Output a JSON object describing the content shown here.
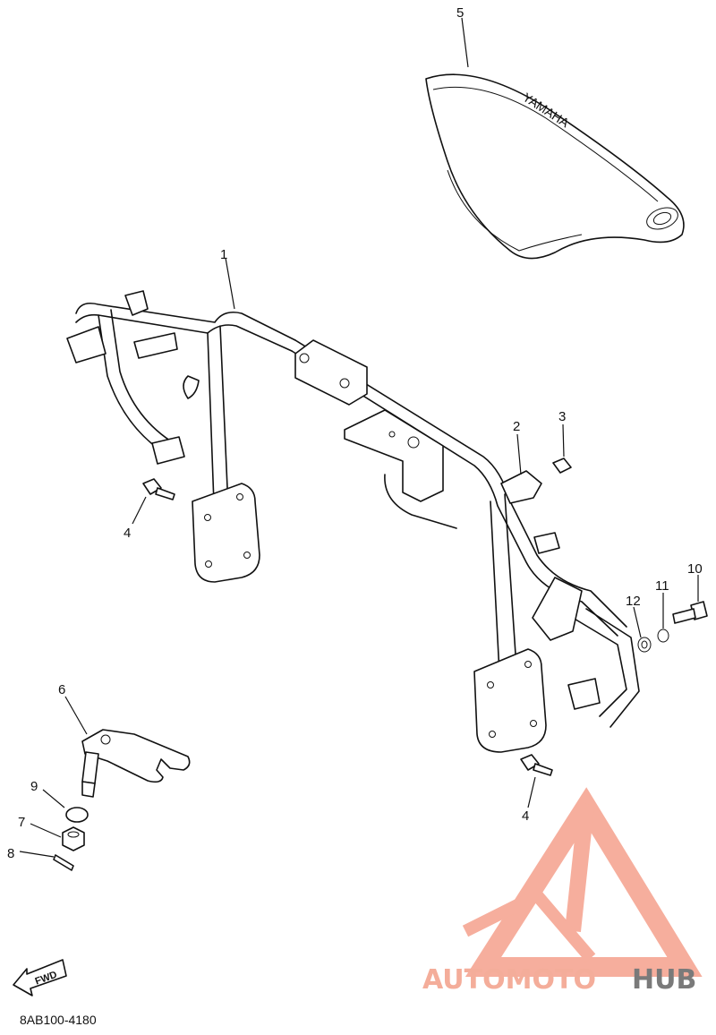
{
  "diagram": {
    "code": "8AB100-4180",
    "fwd_label": "FWD",
    "cover_brand": "YAMAHA",
    "callouts": [
      {
        "id": "c1",
        "text": "1"
      },
      {
        "id": "c2",
        "text": "2"
      },
      {
        "id": "c3",
        "text": "3"
      },
      {
        "id": "c4a",
        "text": "4"
      },
      {
        "id": "c4b",
        "text": "4"
      },
      {
        "id": "c5",
        "text": "5"
      },
      {
        "id": "c6",
        "text": "6"
      },
      {
        "id": "c7",
        "text": "7"
      },
      {
        "id": "c8",
        "text": "8"
      },
      {
        "id": "c9",
        "text": "9"
      },
      {
        "id": "c10",
        "text": "10"
      },
      {
        "id": "c11",
        "text": "11"
      },
      {
        "id": "c12",
        "text": "12"
      }
    ]
  },
  "watermark": {
    "part1": "AUTOMOTO",
    "part2": "HUB",
    "colors": {
      "accent": "#f4ad9a",
      "dark": "#7a7a7a",
      "logo": "#f5a08c"
    }
  }
}
